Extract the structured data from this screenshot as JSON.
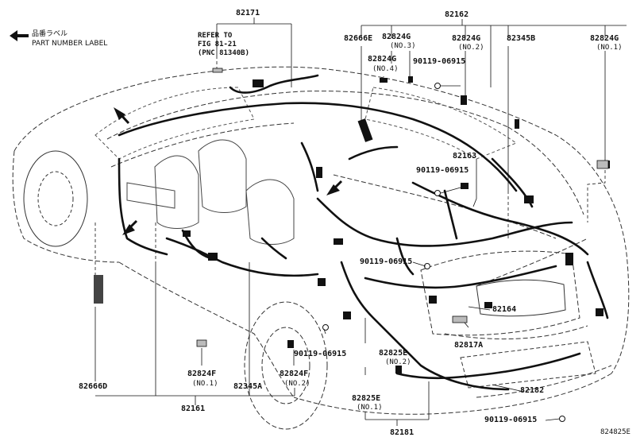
{
  "legend": {
    "jp_label": "品番ラベル",
    "en_label": "PART NUMBER LABEL"
  },
  "refer": {
    "line1": "REFER TO",
    "line2": "FIG 81-21",
    "line3": "(PNC 81340B)"
  },
  "parts": {
    "p82171": "82171",
    "p82162": "82162",
    "p82666E": "82666E",
    "p82824G_no3": "82824G",
    "no3": "(NO.3)",
    "p82824G_no2": "82824G",
    "no2_top": "(NO.2)",
    "p82345B": "82345B",
    "p82824G_no1": "82824G",
    "no1_top": "(NO.1)",
    "p82824G_no4": "82824G",
    "no4": "(NO.4)",
    "p90119_top": "90119-06915",
    "p82163": "82163",
    "p90119_mid": "90119-06915",
    "p90119_center": "90119-06915",
    "p82164": "82164",
    "p82817A": "82817A",
    "p90119_low": "90119-06915",
    "p82825E_no2": "82825E",
    "no2_mid": "(NO.2)",
    "p82666D": "82666D",
    "p82824F_no1": "82824F",
    "no1_bottom": "(NO.1)",
    "p82345A": "82345A",
    "p82824F_no2": "82824F",
    "no2_bottom": "(NO.2)",
    "p82825E_no1": "82825E",
    "no1_e": "(NO.1)",
    "p82182": "82182",
    "p82161": "82161",
    "p82181": "82181",
    "p90119_bottom": "90119-06915",
    "figure_id": "824825E"
  }
}
